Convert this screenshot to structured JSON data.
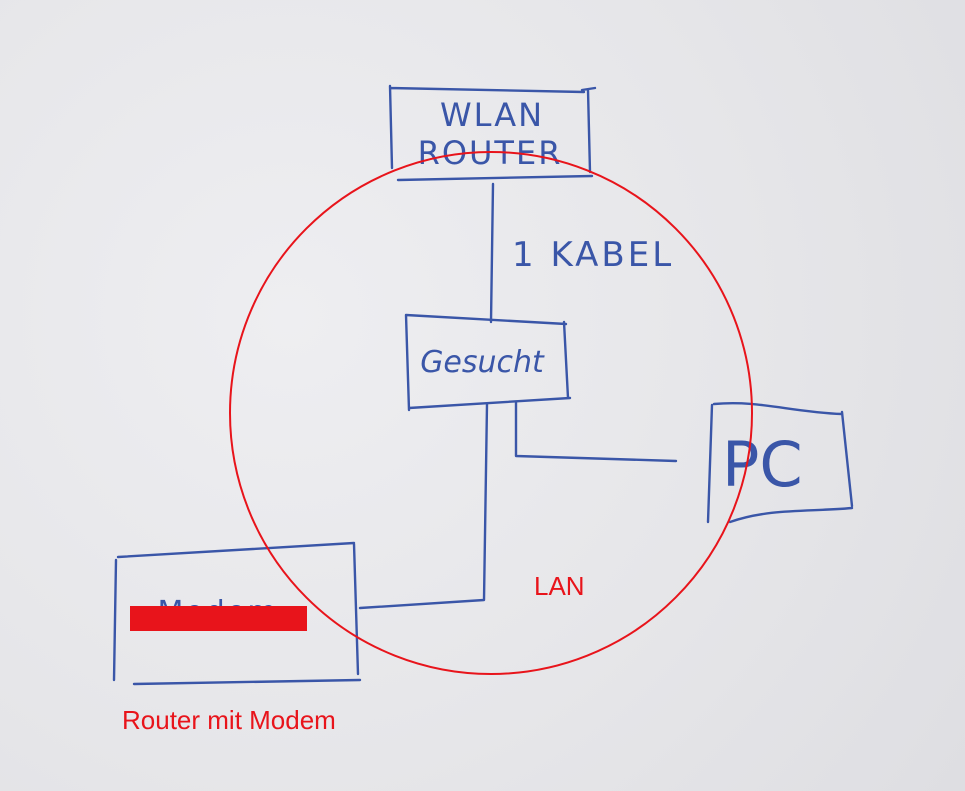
{
  "nodes": {
    "wlan_router": {
      "line1": "WLAN",
      "line2": "ROUTER"
    },
    "searched": "Gesucht",
    "pc": "PC",
    "modem": "Modem"
  },
  "edges": {
    "router_link": "1 KABEL"
  },
  "annotations": {
    "lan_zone": "LAN",
    "modem_caption": "Router mit Modem"
  },
  "colors": {
    "paper": "#e9e9ec",
    "ink": "#3a56a8",
    "annotation": "#e8141b",
    "redaction": "#e8141b"
  }
}
